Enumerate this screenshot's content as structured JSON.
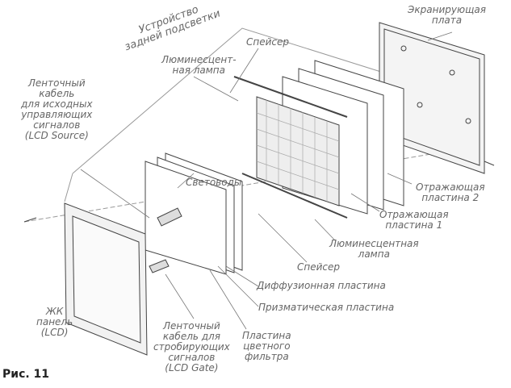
{
  "labels": {
    "backlight_unit": "Устройство\nзадней подсветки",
    "shield_plate": "Экранирующая\nплата",
    "spacer_top": "Спейсер",
    "lamp_top": "Люминесцент-\nная лампа",
    "source_cable": "Ленточный\nкабель\nдля исходных\nуправляющих\nсигналов\n(LCD Source)",
    "light_guides": "Световоды",
    "reflector_2": "Отражающая\nпластина 2",
    "reflector_1": "Отражающая\nпластина 1",
    "lamp_bottom": "Люминесцентная\nлампа",
    "spacer_bottom": "Спейсер",
    "diffusion_plate": "Диффузионная пластина",
    "prism_plate": "Призматическая пластина",
    "lcd_panel": "ЖК\nпанель\n(LCD)",
    "gate_cable": "Ленточный\nкабель для\nстробирующих\nсигналов\n(LCD Gate)",
    "color_filter": "Пластина\nцветного\nфильтра"
  },
  "caption": "Рис. 11"
}
